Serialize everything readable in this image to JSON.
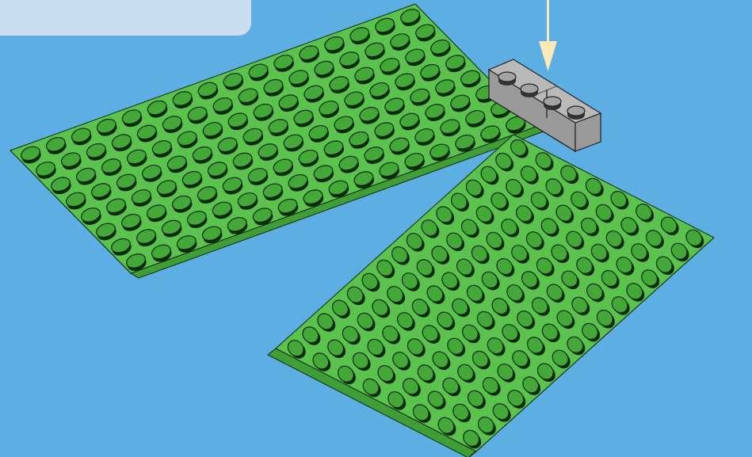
{
  "scene": {
    "description_label": "",
    "colors": {
      "background": "#5daee2",
      "callout_panel": "#c9def1",
      "plate_top": "#5bc24d",
      "plate_side": "#3f9e35",
      "stud_top": "#43a838",
      "stud_outline": "#0b2a0b",
      "brick_top": "#b9b9b9",
      "brick_front": "#9a9a9a",
      "brick_side": "#7d7d7d",
      "arrow": "#fde9b8"
    },
    "plates": [
      {
        "name": "left-baseplate",
        "studs_across": 16,
        "studs_deep": 8
      },
      {
        "name": "right-baseplate",
        "studs_across": 16,
        "studs_deep": 8
      }
    ],
    "connector": {
      "name": "connector-brick",
      "studs": 4,
      "colour": "gray"
    },
    "arrow": {
      "icon": "down-arrow-icon",
      "meaning": "points-to-connector"
    }
  }
}
